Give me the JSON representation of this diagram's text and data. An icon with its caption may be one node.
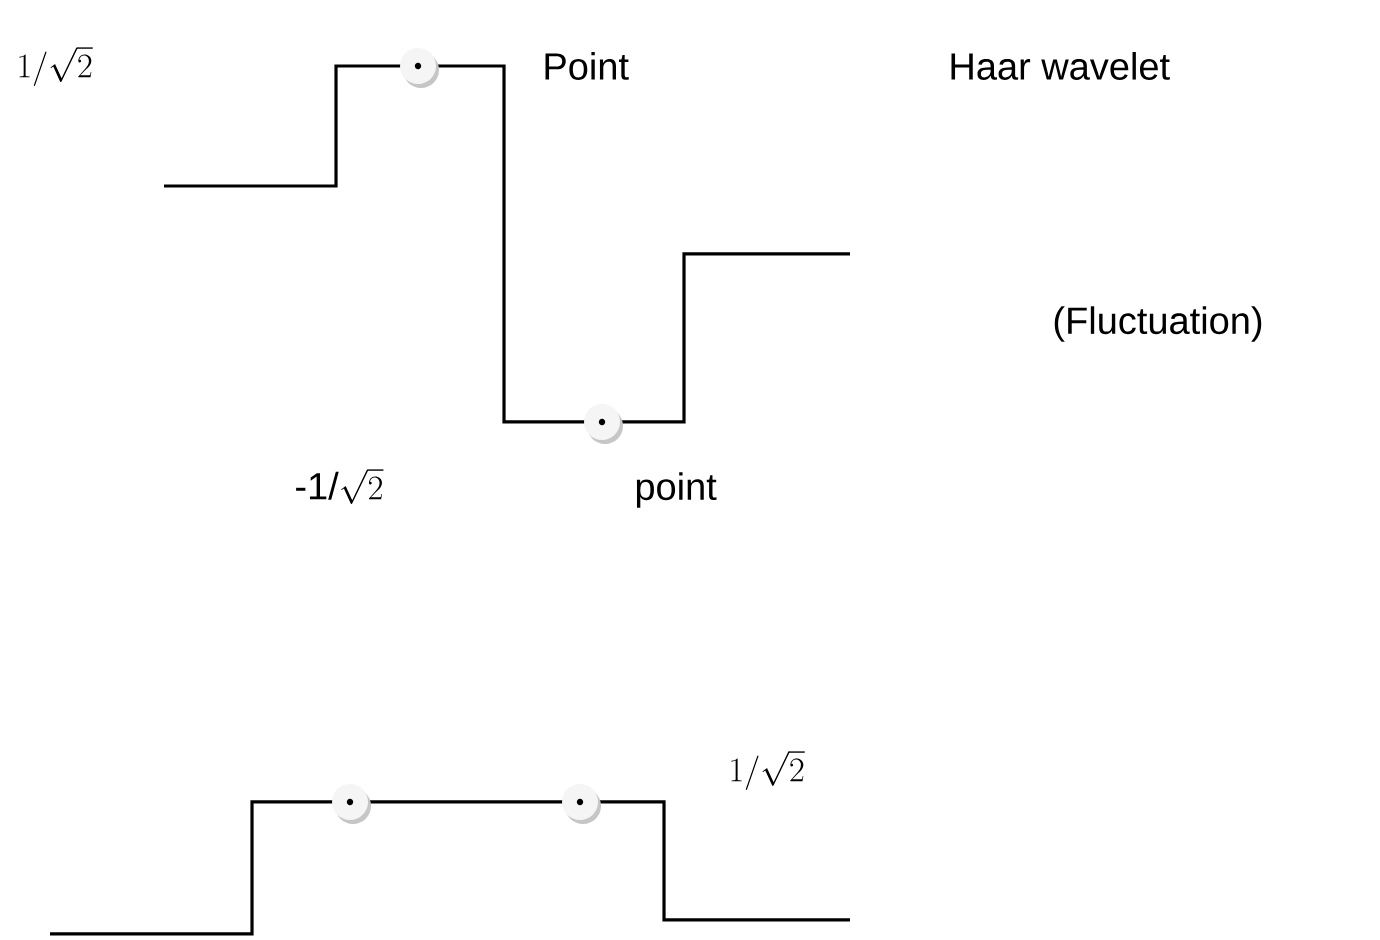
{
  "diagram": {
    "labels": [
      "1/\\sqrt{2}",
      "Point",
      "Haar wavelet",
      "(Fluctuation)",
      "\\text{-1/}\\sqrt{2}",
      "point",
      "1/\\sqrt{2}"
    ]
  }
}
